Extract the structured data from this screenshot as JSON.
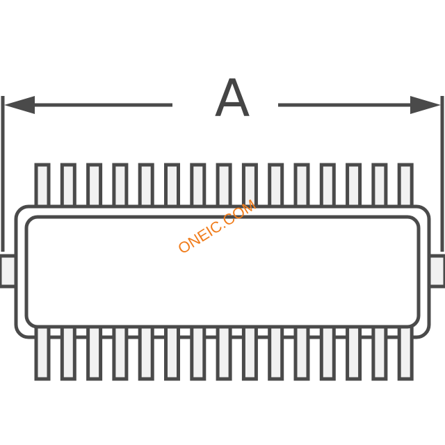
{
  "diagram": {
    "dimension_label": "A",
    "watermark": "ONEIC.COM",
    "pins_per_side": 15,
    "colors": {
      "stroke": "#4a4a4a",
      "pin_fill": "#f1f1f1",
      "body_fill": "#ffffff",
      "watermark": "#f07c1b"
    }
  }
}
